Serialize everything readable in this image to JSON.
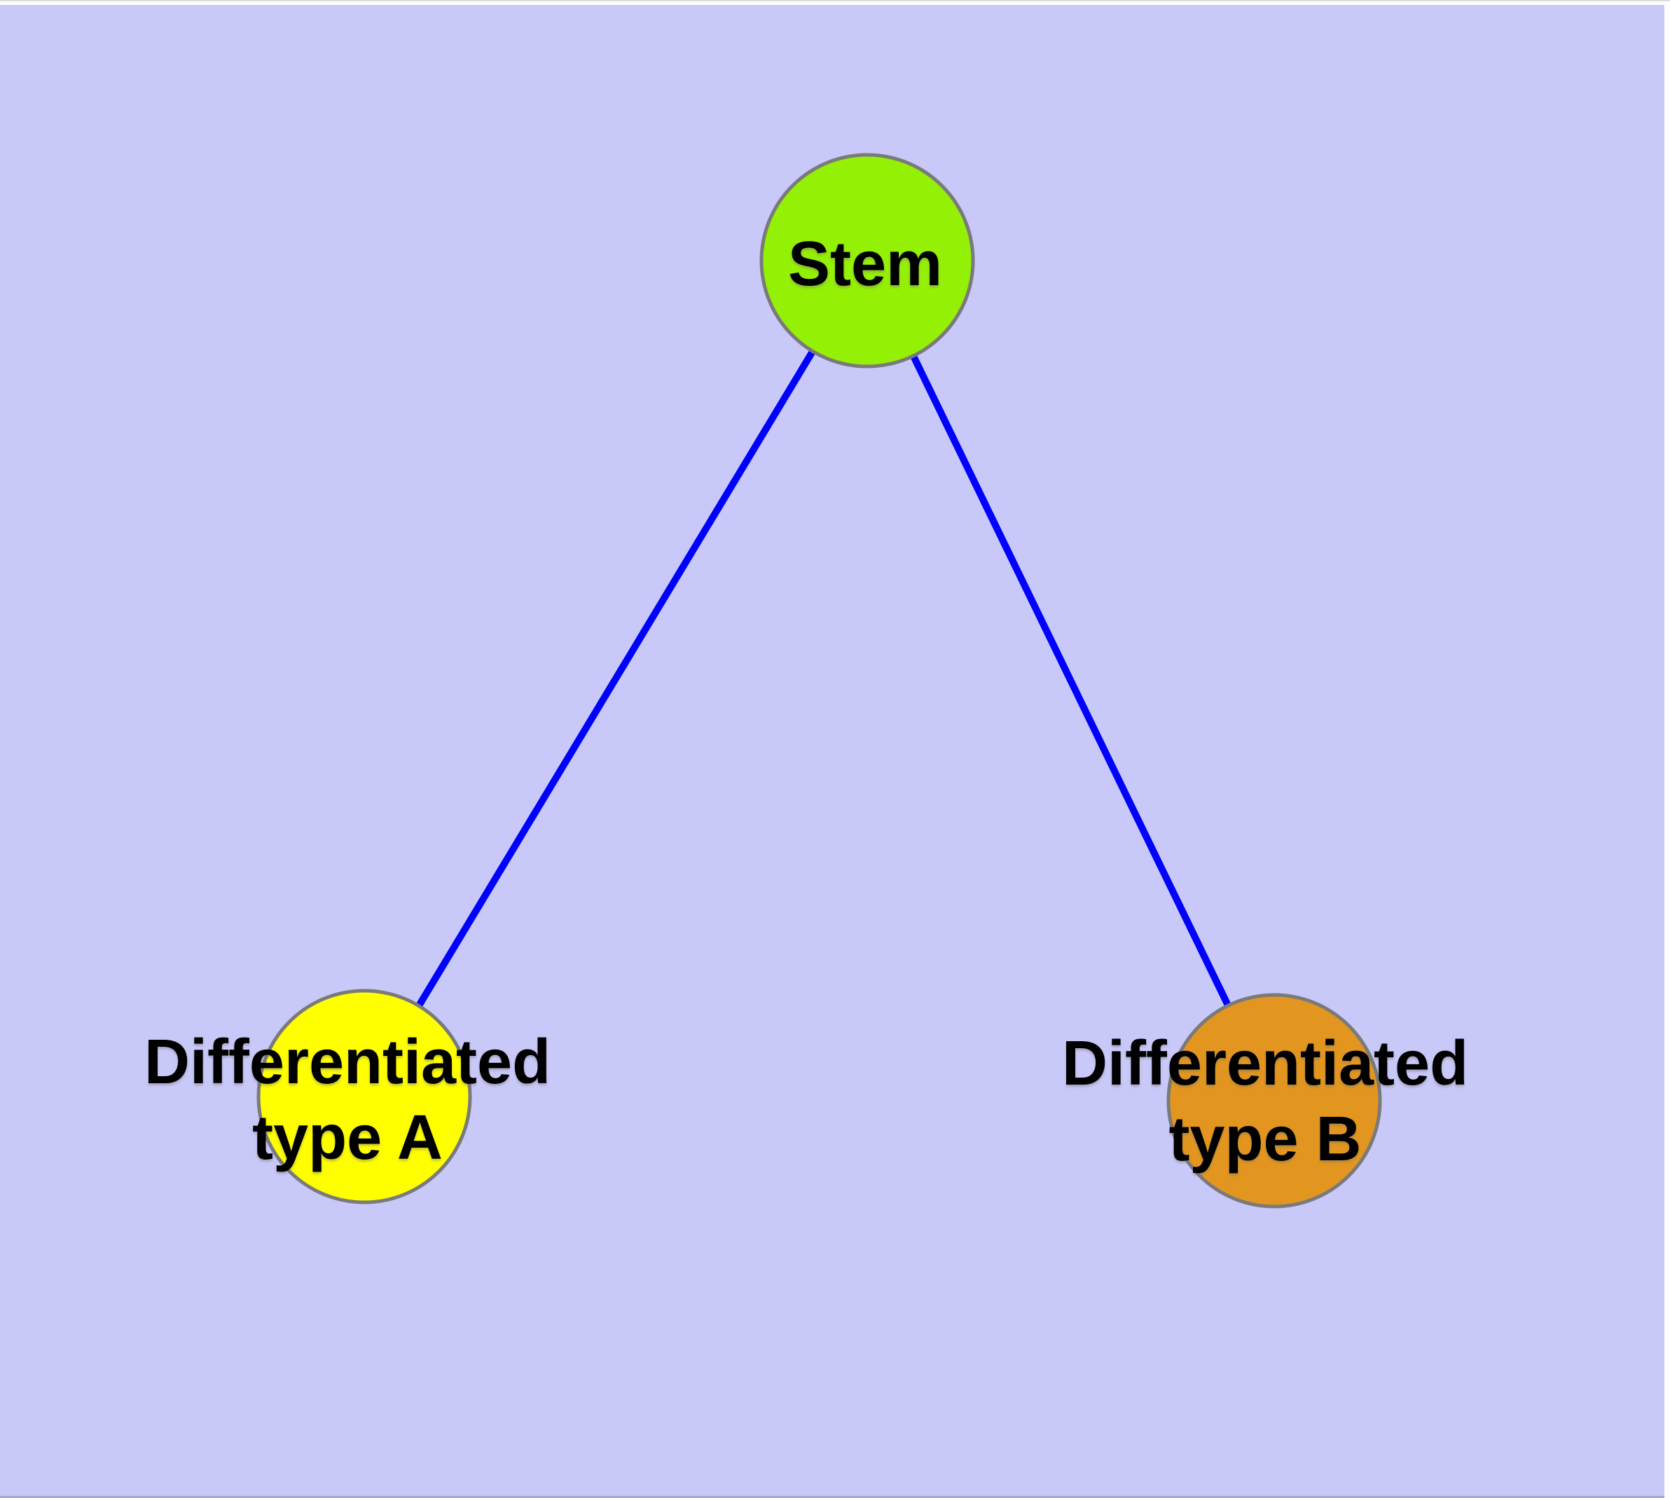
{
  "diagram": {
    "background_color": "#C9C9F9",
    "edge_color": "#0000FF",
    "node_border_color": "#7A7A7A",
    "text_color": "#000000",
    "chrome": {
      "top_line_color": "#DCDCDC",
      "margin_color": "#FFFFFF",
      "bottom_line_color": "#A9A9C9"
    },
    "nodes": [
      {
        "id": "stem",
        "label": "Stem",
        "lines": [
          "Stem"
        ],
        "fill": "#94F005"
      },
      {
        "id": "differentiated-type-a",
        "label": "Differentiated type A",
        "lines": [
          "Differentiated",
          "type A"
        ],
        "fill": "#FFFF00"
      },
      {
        "id": "differentiated-type-b",
        "label": "Differentiated type B",
        "lines": [
          "Differentiated",
          "type B"
        ],
        "fill": "#E3961F"
      }
    ],
    "edges": [
      {
        "from": "Stem",
        "to": "Differentiated type A"
      },
      {
        "from": "Stem",
        "to": "Differentiated type B"
      }
    ]
  }
}
